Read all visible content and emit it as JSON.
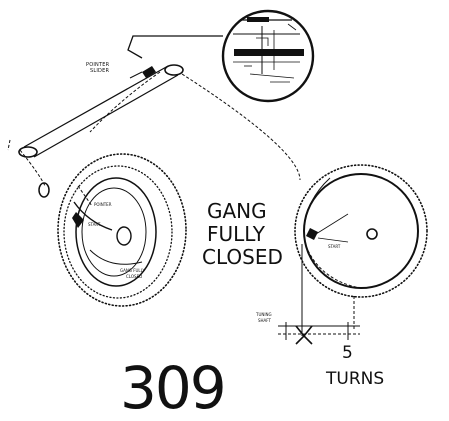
{
  "labels": {
    "pointer_slider": [
      "POINTER",
      "SLIDER"
    ],
    "gang_caption": [
      "GANG",
      "FULLY",
      "CLOSED"
    ],
    "turns_value": "5",
    "turns_label": "TURNS",
    "figure_number": "309",
    "dial_gang_caption": [
      "GANG FULLY",
      "CLOSED"
    ],
    "tuning_shaft": [
      "TUNING",
      "SHAFT"
    ],
    "small_dial_labels": {
      "pointer": "POINTER",
      "start": "START"
    }
  },
  "colors": {
    "ink": "#111111",
    "paper": "#ffffff"
  }
}
